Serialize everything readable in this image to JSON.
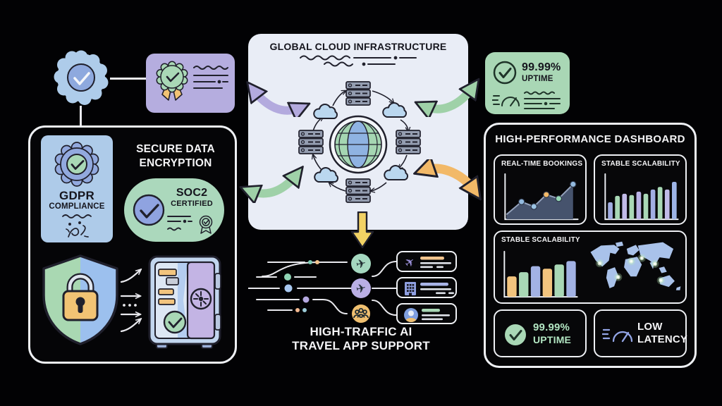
{
  "colors": {
    "bg": "#020204",
    "panel_fill": "#e9edf6",
    "blue_card": "#aecbe9",
    "green_card": "#a9d7b5",
    "purple_card": "#b5addf",
    "green_pill": "#abd8bc",
    "arrow_purple": "#b3aade",
    "arrow_green": "#9fd1a8",
    "arrow_orange": "#f2b968",
    "arrow_yellow": "#f2d264",
    "accent_orange": "#f2c47e",
    "accent_green": "#a9d8b6",
    "accent_periwinkle": "#a2b2e4",
    "uptime_green_text": "#b2e6c2",
    "outline_dark": "#20202c"
  },
  "center_panel": {
    "title": "GLOBAL CLOUD INFRASTRUCTURE"
  },
  "uptime_card": {
    "value": "99.99%",
    "label": "UPTIME"
  },
  "left_panel": {
    "title": "SECURE DATA ENCRYPTION",
    "gdpr": {
      "line1": "GDPR",
      "line2": "COMPLIANCE"
    },
    "soc2": {
      "line1": "SOC2",
      "line2": "CERTIFIED"
    }
  },
  "dashboard": {
    "title": "HIGH-PERFORMANCE DASHBOARD",
    "uptime": {
      "value": "99.99%",
      "label": "UPTIME"
    },
    "latency": {
      "line1": "LOW",
      "line2": "LATENCY"
    },
    "map_dots": [
      [
        22,
        37
      ],
      [
        50,
        58
      ],
      [
        70,
        34
      ],
      [
        86,
        29
      ],
      [
        106,
        38
      ],
      [
        115,
        63
      ]
    ]
  },
  "bottom": {
    "caption_line1": "HIGH-TRAFFIC AI",
    "caption_line2": "TRAVEL APP SUPPORT"
  },
  "chart_data": [
    {
      "id": "realtime_bookings",
      "type": "area",
      "title": "REAL-TIME BOOKINGS",
      "points": [
        {
          "x": 0,
          "y": 12
        },
        {
          "x": 22,
          "y": 44,
          "color": "#93b9de"
        },
        {
          "x": 40,
          "y": 32,
          "color": "#9cc4e4"
        },
        {
          "x": 58,
          "y": 62,
          "color": "#f2b968"
        },
        {
          "x": 76,
          "y": 52,
          "color": "#96d8b6"
        },
        {
          "x": 97,
          "y": 88,
          "color": "#93b9de"
        }
      ],
      "area_color": "#46536d",
      "line_color": "#95a3bd",
      "ylim": [
        0,
        100
      ],
      "grid": false
    },
    {
      "id": "scalability_top",
      "type": "bar",
      "title": "STABLE SCALABILITY",
      "values": [
        40,
        55,
        60,
        57,
        65,
        60,
        70,
        76,
        70,
        88
      ],
      "colors": [
        "#a2aee2",
        "#a9d8b6",
        "#c1bae8",
        "#a9d8b6",
        "#b9b2e6",
        "#a9d8b6",
        "#a2aee2",
        "#a9d8b6",
        "#c1bae8",
        "#9db4e6"
      ],
      "ylim": [
        0,
        100
      ],
      "grid": false
    },
    {
      "id": "scalability_bottom",
      "type": "bar",
      "title": "STABLE SCALABILITY",
      "values": [
        48,
        58,
        72,
        66,
        76,
        84
      ],
      "colors": [
        "#f2c47e",
        "#a9d8b6",
        "#a2b2e4",
        "#f2c47e",
        "#a9d8b6",
        "#a2b2e4"
      ],
      "ylim": [
        0,
        100
      ],
      "grid": false
    }
  ]
}
